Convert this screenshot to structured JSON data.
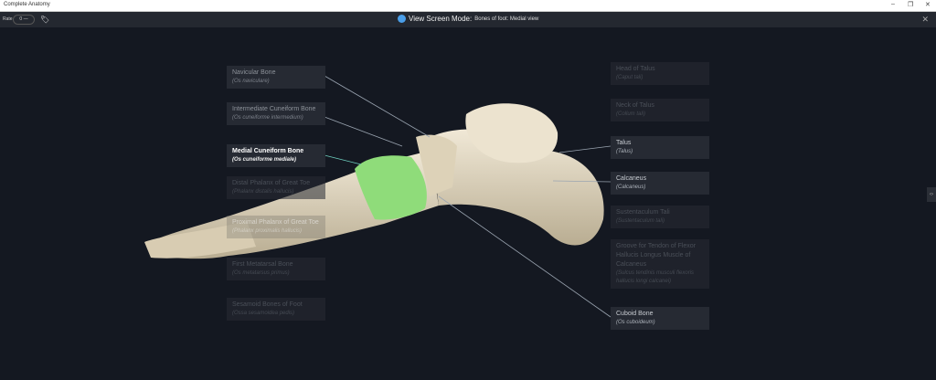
{
  "window": {
    "title": "Complete Anatomy",
    "min": "–",
    "restore": "❐",
    "close": "✕"
  },
  "toolbar": {
    "rate_label": "Rate",
    "rate_value": "0 —",
    "tag_icon": "tag-icon",
    "mode_label": "View Screen Mode:",
    "mode_sub": "Bones of foot: Medial view",
    "close": "✕"
  },
  "colors": {
    "highlight": "#8fdc7a",
    "bone": "#e6dcc4",
    "background": "#141821"
  },
  "left_labels": [
    {
      "name": "Navicular Bone",
      "latin": "(Os naviculare)"
    },
    {
      "name": "Intermediate Cuneiform Bone",
      "latin": "(Os cuneiforme intermedium)"
    },
    {
      "name": "Medial Cuneiform Bone",
      "latin": "(Os cuneiforme mediale)"
    },
    {
      "name": "Distal Phalanx of Great Toe",
      "latin": "(Phalanx distalis hallucis)"
    },
    {
      "name": "Proximal Phalanx of Great Toe",
      "latin": "(Phalanx proximalis hallucis)"
    },
    {
      "name": "First Metatarsal Bone",
      "latin": "(Os metatarsus primus)"
    },
    {
      "name": "Sesamoid Bones of Foot",
      "latin": "(Ossa sesamoidea pedis)"
    }
  ],
  "right_labels": [
    {
      "name": "Head of Talus",
      "latin": "(Caput tali)"
    },
    {
      "name": "Neck of Talus",
      "latin": "(Collum tali)"
    },
    {
      "name": "Talus",
      "latin": "(Talus)"
    },
    {
      "name": "Calcaneus",
      "latin": "(Calcaneus)"
    },
    {
      "name": "Sustentaculum Tali",
      "latin": "(Sustentaculum tali)"
    },
    {
      "name": "Groove for Tendon of Flexor Hallucis Longus Muscle of Calcaneus",
      "latin": "(Sulcus tendinis musculi flexoris hallucis longi calcanei)"
    },
    {
      "name": "Cuboid Bone",
      "latin": "(Os cuboideum)"
    }
  ],
  "side_handle": "‹›"
}
